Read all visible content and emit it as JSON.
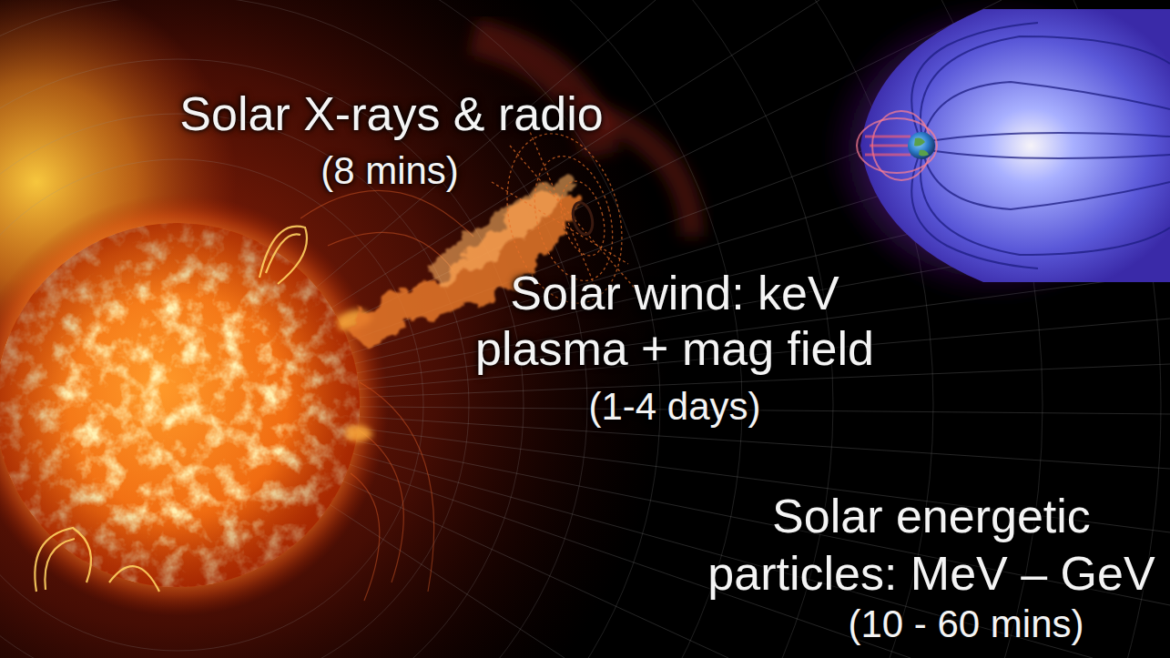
{
  "diagram": {
    "labels": [
      "Solar X-rays & radio",
      "(8 mins)",
      "Solar wind: keV plasma + mag field",
      "(1-4 days)",
      "Solar energetic particles: MeV – GeV",
      "(10 - 60 mins)"
    ]
  }
}
